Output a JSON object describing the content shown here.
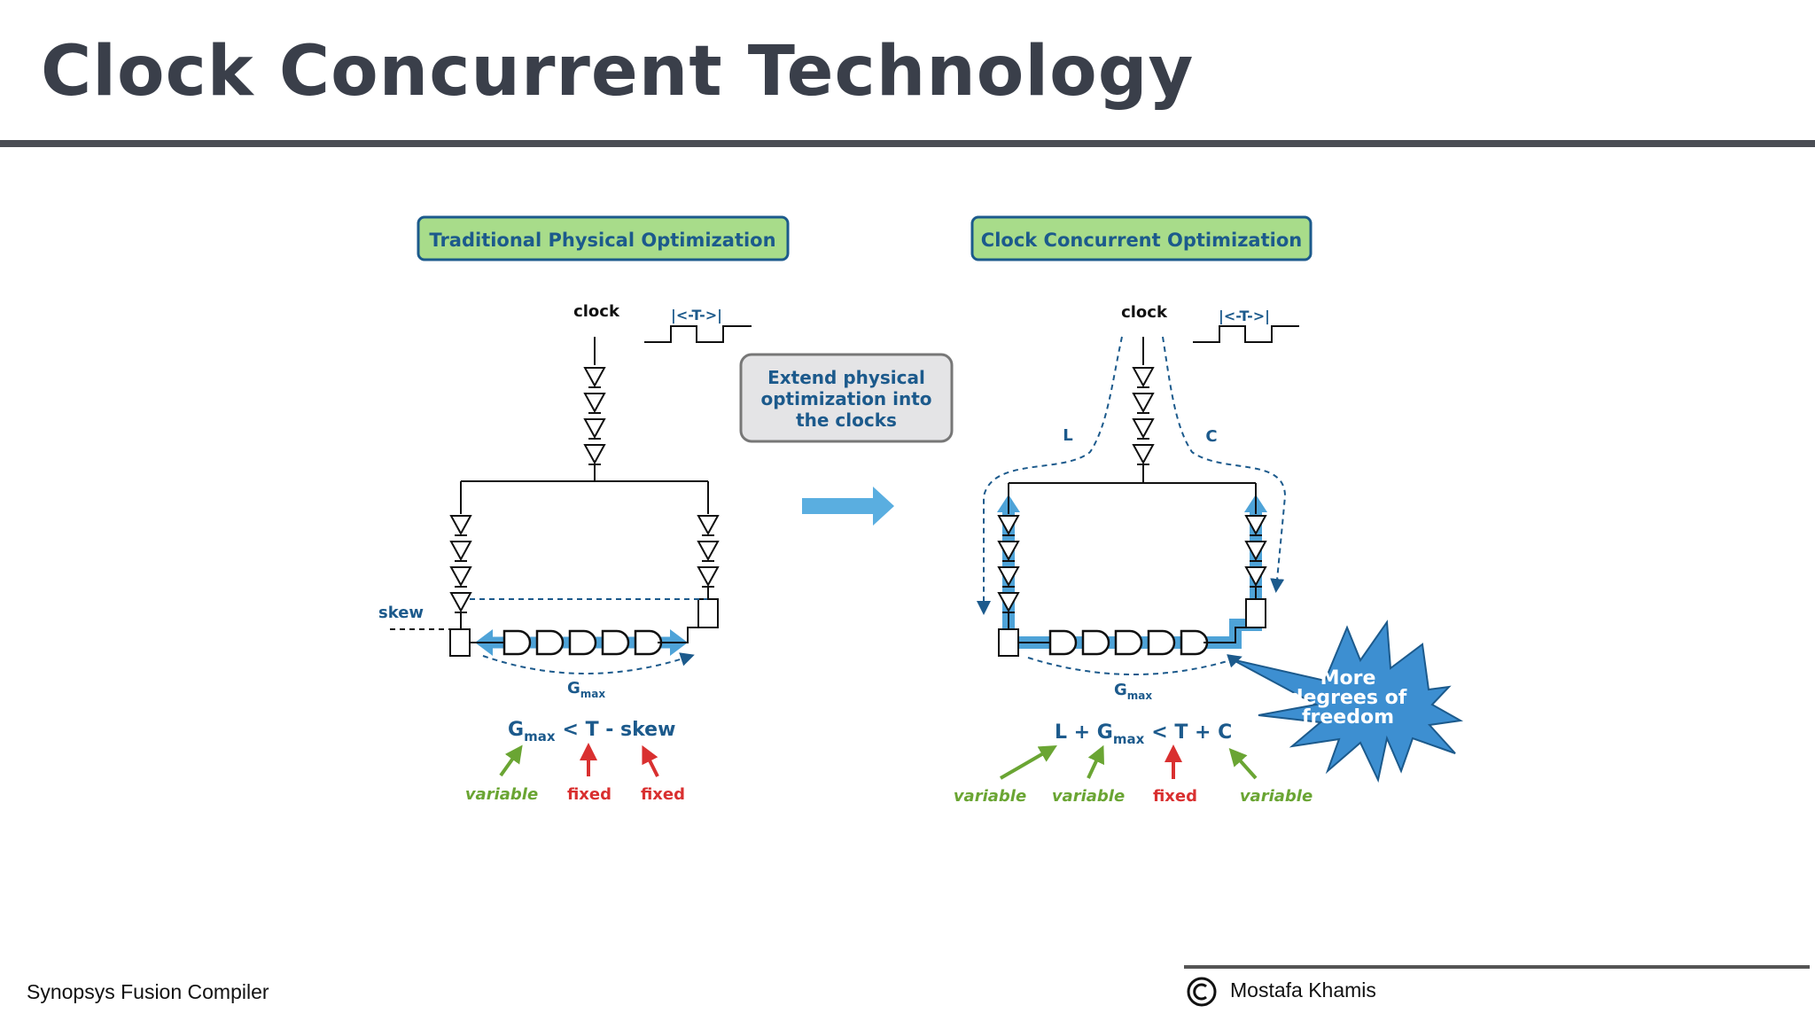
{
  "slide": {
    "title": "Clock Concurrent Technology"
  },
  "left_panel": {
    "header": "Traditional Physical Optimization",
    "clock_label": "clock",
    "period_label": "|<-T->|",
    "skew_label": "skew",
    "gmax_label": "G",
    "gmax_sub": "max",
    "equation": {
      "g": "G",
      "sub": "max",
      "rest": "< T - skew"
    },
    "annotations": [
      "variable",
      "fixed",
      "fixed"
    ]
  },
  "callout": {
    "lines": [
      "Extend physical",
      "optimization into",
      "the clocks"
    ]
  },
  "right_panel": {
    "header": "Clock Concurrent Optimization",
    "clock_label": "clock",
    "period_label": "|<-T->|",
    "l_label": "L",
    "c_label": "C",
    "gmax_label": "G",
    "gmax_sub": "max",
    "equation": {
      "pre": "L + G",
      "sub": "max",
      "rest": "< T + C"
    },
    "annotations": [
      "variable",
      "variable",
      "fixed",
      "variable"
    ],
    "starburst_lines": [
      "More",
      "degrees of",
      "freedom"
    ]
  },
  "footer": {
    "left": "Synopsys Fusion Compiler",
    "right": "Mostafa Khamis"
  },
  "colors": {
    "title": "#3a3f4a",
    "header_fill": "#a8dc8a",
    "header_border": "#1c5a8c",
    "accent_blue": "#4ea3d8",
    "variable": "#6aa533",
    "fixed": "#d93030"
  }
}
